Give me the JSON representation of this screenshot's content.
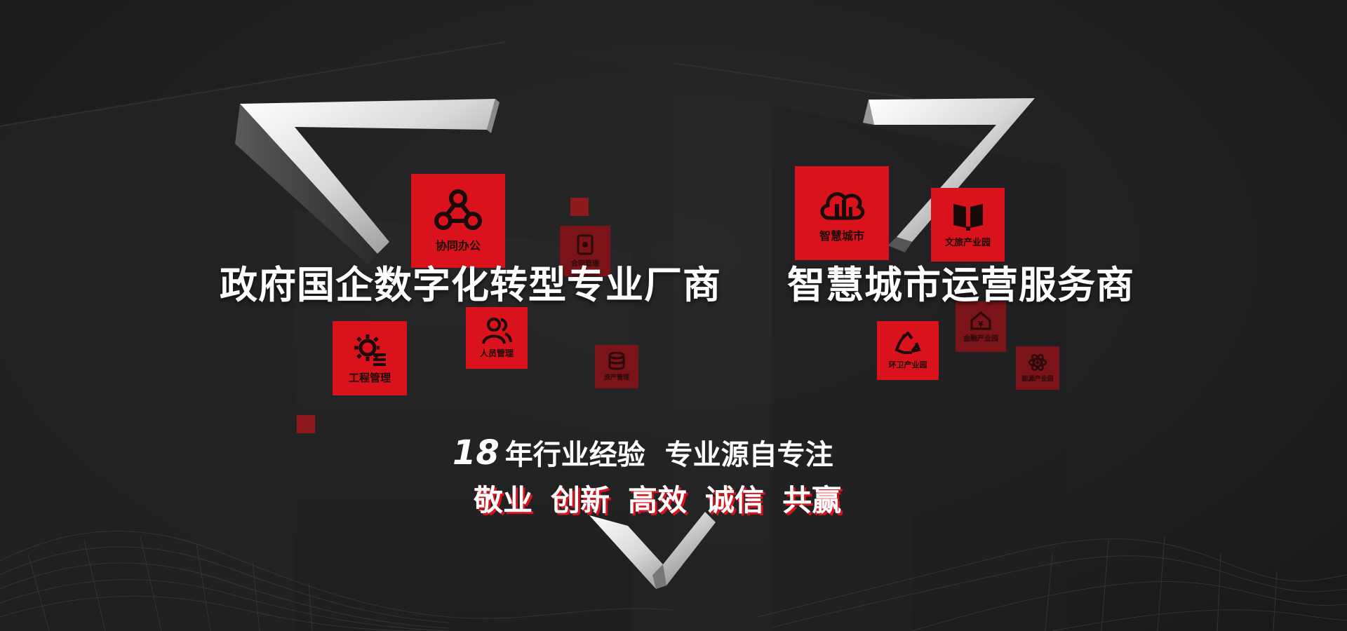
{
  "headline_left": "政府国企数字化转型专业厂商",
  "headline_right": "智慧城市运营服务商",
  "tagline": {
    "number": "18",
    "text": "年行业经验  专业源自专注"
  },
  "values": [
    "敬业",
    "创新",
    "高效",
    "诚信",
    "共赢"
  ],
  "tiles": {
    "collab_office": "协同办公",
    "contract_mgmt": "合同管理",
    "hr_mgmt": "人员管理",
    "engineering_mgmt": "工程管理",
    "asset_mgmt": "资产管理",
    "smart_city": "智慧城市",
    "culture_tourism_park": "文旅产业园",
    "finance_park": "金融产业园",
    "sanitation_park": "环卫产业园",
    "energy_park": "能源产业园"
  },
  "colors": {
    "brand_red": "#d9121c",
    "background": "#1f1f20",
    "text": "#ffffff"
  }
}
